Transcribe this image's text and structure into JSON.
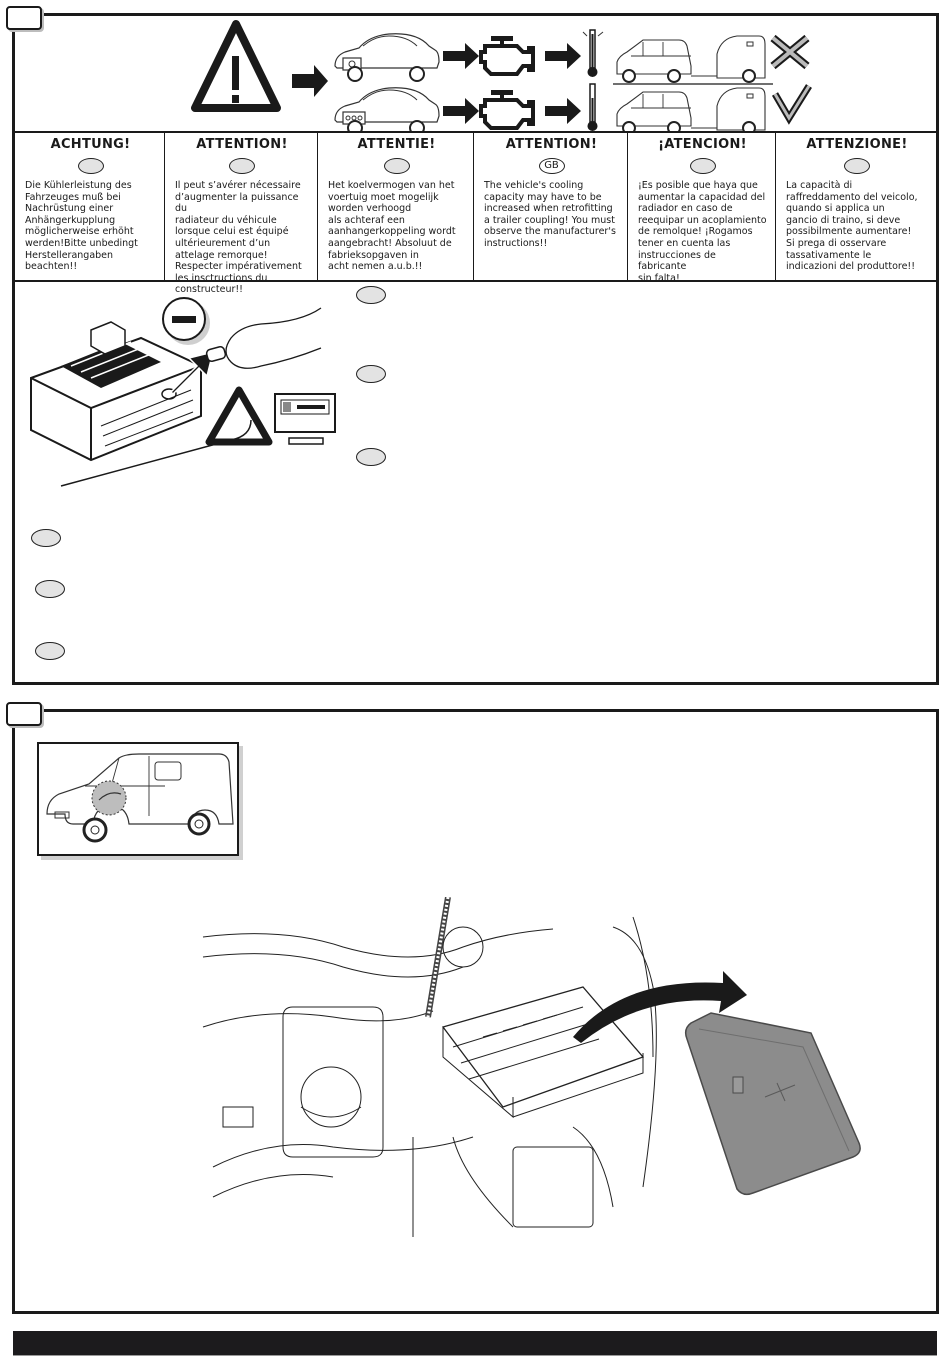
{
  "document": {
    "type": "installation-instruction-page",
    "steps": [
      {
        "step_number": ""
      },
      {
        "step_number": ""
      }
    ]
  },
  "warning_strip": {
    "icons": [
      "warning-triangle-icon",
      "arrow-right-icon"
    ],
    "rows": [
      {
        "radiator": "standard-radiator",
        "result_icon": "cross-icon",
        "result": "not-ok",
        "thermometer": "hot"
      },
      {
        "radiator": "reinforced-radiator",
        "result_icon": "check-icon",
        "result": "ok",
        "thermometer": "normal"
      }
    ]
  },
  "languages": [
    {
      "code": "D",
      "title": "ACHTUNG!",
      "badge": "",
      "text": "Die Kühlerleistung des\nFahrzeuges muß bei\nNachrüstung einer\nAnhängerkupplung\nmöglicherweise erhöht\nwerden!Bitte unbedingt\nHerstellerangaben\nbeachten!!"
    },
    {
      "code": "F",
      "title": "ATTENTION!",
      "badge": "",
      "text": "Il peut s’avérer nécessaire\nd’augmenter la puissance du\nradiateur du véhicule\nlorsque celui est équipé\nultérieurement d’un\nattelage remorque!\nRespecter impérativement\nles insctructions du\nconstructeur!!"
    },
    {
      "code": "NL",
      "title": "ATTENTIE!",
      "badge": "",
      "text": "Het koelvermogen van het\nvoertuig moet mogelijk\nworden verhoogd\nals achteraf een\naanhangerkoppeling wordt\naangebracht! Absoluut de\nfabrieksopgaven in\nacht nemen a.u.b.!!"
    },
    {
      "code": "GB",
      "title": "ATTENTION!",
      "badge": "GB",
      "text": "The vehicle's cooling\ncapacity may have to be\nincreased when retrofitting\na trailer coupling! You must\nobserve the manufacturer's\ninstructions!!"
    },
    {
      "code": "E",
      "title": "¡ATENCION!",
      "badge": "",
      "text": "¡Es posible que haya que\naumentar la capacidad del\nradiador en caso de\nreequipar un acoplamiento\nde remolque! ¡Rogamos\ntener en cuenta las\ninstrucciones de fabricante\nsin falta!"
    },
    {
      "code": "I",
      "title": "ATTENZIONE!",
      "badge": "",
      "text": "La capacità di\nraffreddamento del veicolo,\nquando si applica un\ngancio di traino, si deve\npossibilmente aumentare!\nSi prega di osservare\ntassativamente le\nindicazioni del produttore!!"
    }
  ],
  "battery_section": {
    "illustration": "disconnect-negative-battery-terminal",
    "icons": [
      "minus-terminal-icon",
      "warning-triangle-icon",
      "radio-code-display-icon"
    ],
    "language_markers_right": [
      "",
      "",
      ""
    ],
    "language_markers_left": [
      "",
      "",
      ""
    ]
  },
  "step2": {
    "overview_illustration": "van-front-left-engine-bay-highlight",
    "main_illustration": "engine-bay-fuse-box-cover-removal"
  },
  "colors": {
    "ink": "#1a1a1a",
    "oval_fill": "#e3e3e3",
    "cover_gray": "#8c8c8c",
    "footer_bar": "#1c1b1d"
  }
}
